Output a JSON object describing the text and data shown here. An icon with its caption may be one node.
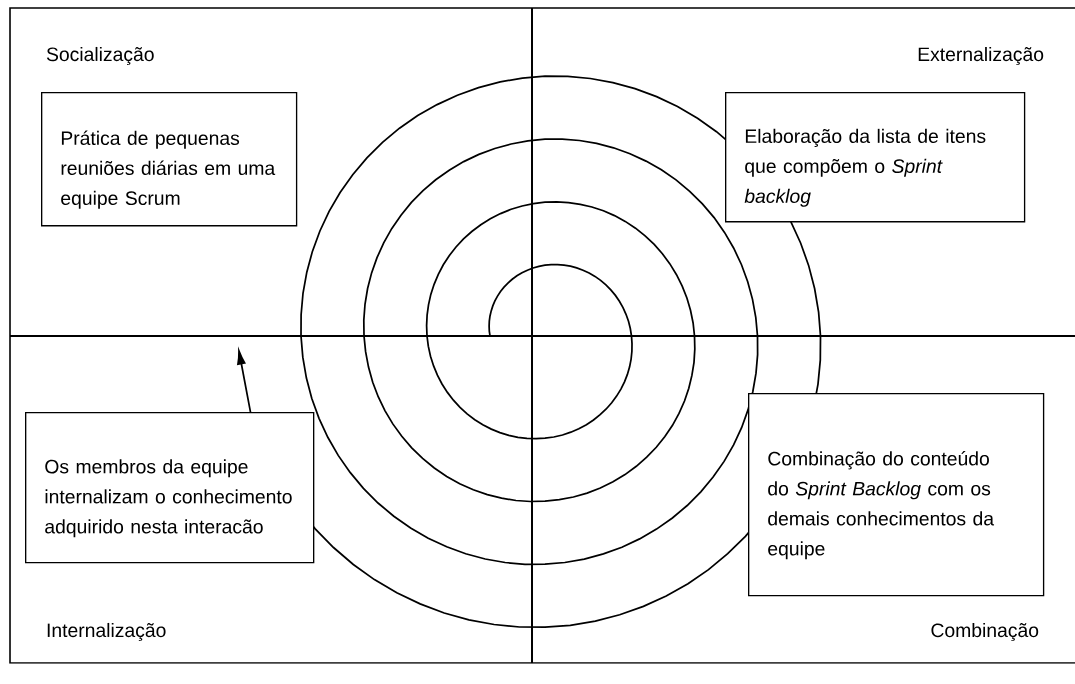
{
  "diagram": {
    "nodes": [
      {
        "text": [
          "Prática de pequenas reuniões diárias em uma equipe Scrum"
        ]
      },
      {
        "text": [
          "Elaboração da lista de itens que compõem o *Sprint backlog*"
        ]
      },
      {
        "text": [
          "Os membros da equipe internalizam o conhecimento adquirido nesta interacão"
        ]
      },
      {
        "text": [
          "Combinação do conteúdo do *Sprint Backlog* com os demais conhecimentos da equipe"
        ]
      }
    ],
    "labels": [
      "Socialização",
      "Externalização",
      "Internalização",
      "Combinação"
    ]
  }
}
